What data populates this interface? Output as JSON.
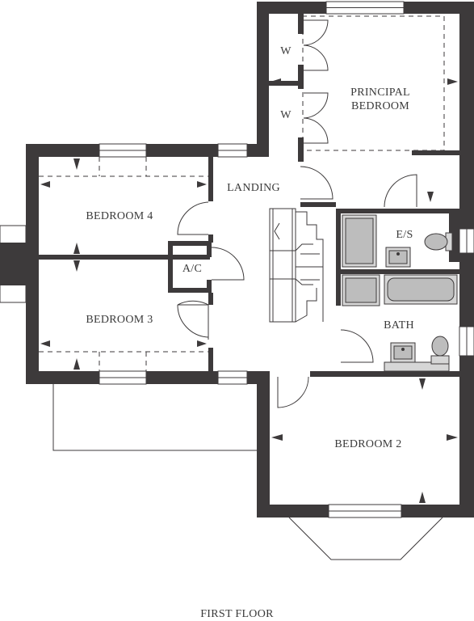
{
  "rooms": {
    "principal": [
      "PRINCIPAL",
      "BEDROOM"
    ],
    "bedroom4": "BEDROOM 4",
    "bedroom3": "BEDROOM 3",
    "bedroom2": "BEDROOM 2",
    "landing": "LANDING",
    "ac": "A/C",
    "es": "E/S",
    "bath": "BATH",
    "wardrobe": "W"
  },
  "caption": "FIRST FLOOR",
  "colors": {
    "wall": "#3d3a3b",
    "fixture": "#bdbdbd",
    "background": "#ffffff"
  }
}
